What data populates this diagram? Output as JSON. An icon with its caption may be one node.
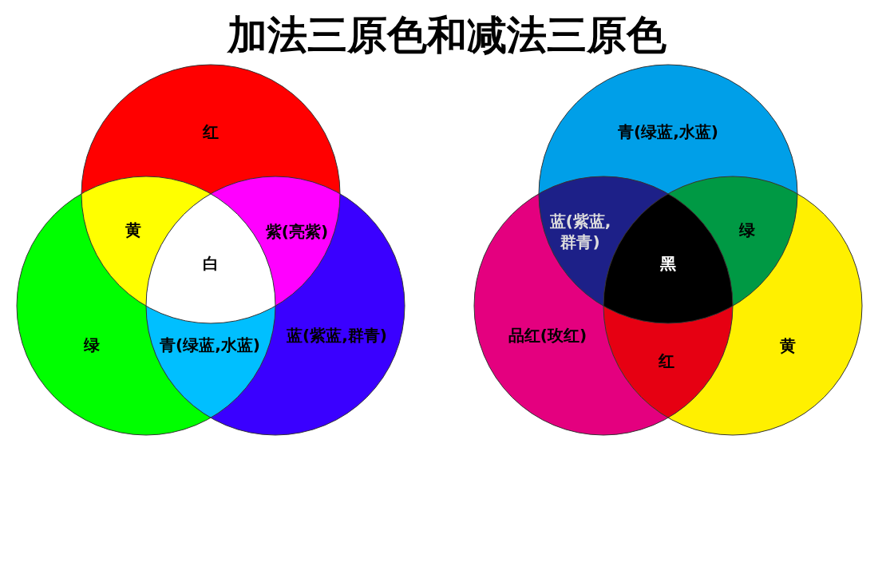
{
  "diagram": {
    "title": "加法三原色和减法三原色",
    "nodes": [
      {
        "text": [
          "红"
        ]
      },
      {
        "text": [
          "绿"
        ]
      },
      {
        "text": [
          "蓝(紫蓝,群青)"
        ]
      },
      {
        "text": [
          "青(绿蓝,水蓝)"
        ]
      },
      {
        "text": [
          "品红(玫红)"
        ]
      },
      {
        "text": [
          "黄"
        ]
      }
    ],
    "edges": [],
    "labels": [
      "黄",
      "紫(亮紫)",
      "白",
      "青(绿蓝,水蓝)",
      "蓝(紫蓝,群青)",
      "绿",
      "黑",
      "红"
    ]
  }
}
